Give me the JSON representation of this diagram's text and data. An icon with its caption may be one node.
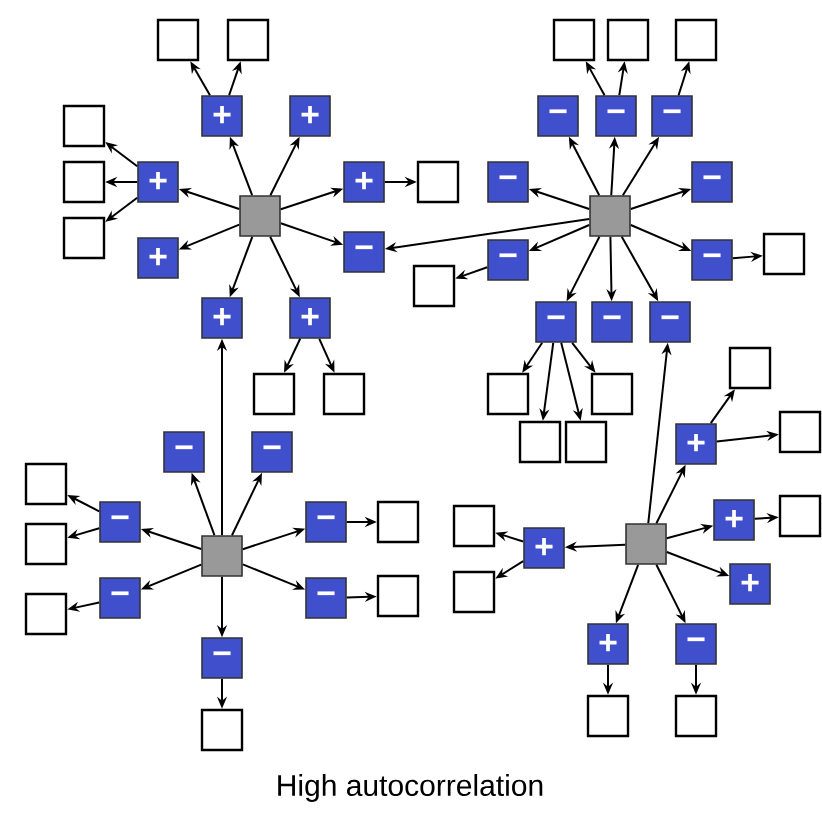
{
  "diagram": {
    "caption": "High autocorrelation",
    "nodes": [
      {
        "text": [],
        "shape": "box"
      },
      {
        "text": [],
        "shape": "box"
      },
      {
        "text": [],
        "shape": "box"
      },
      {
        "text": [],
        "shape": "box"
      },
      {
        "text": [
          "+"
        ]
      },
      {
        "text": [
          "+"
        ]
      },
      {
        "text": [
          "+"
        ]
      },
      {
        "text": [
          "+"
        ]
      },
      {
        "text": [
          "−"
        ]
      },
      {
        "text": [
          "+"
        ]
      },
      {
        "text": [
          "+"
        ]
      },
      {
        "text": [
          "+"
        ]
      },
      {
        "text": [
          "−"
        ]
      },
      {
        "text": [
          "−"
        ]
      },
      {
        "text": [
          "−"
        ]
      },
      {
        "text": [
          "−"
        ]
      },
      {
        "text": [
          "−"
        ]
      },
      {
        "text": [
          "−"
        ]
      },
      {
        "text": [
          "−"
        ]
      },
      {
        "text": [
          "−"
        ]
      },
      {
        "text": [
          "−"
        ]
      },
      {
        "text": [
          "−"
        ]
      },
      {
        "text": [
          "−"
        ]
      },
      {
        "text": [
          "−"
        ]
      },
      {
        "text": [
          "−"
        ]
      },
      {
        "text": [
          "−"
        ]
      },
      {
        "text": [
          "−"
        ]
      },
      {
        "text": [
          "−"
        ]
      },
      {
        "text": [
          "−"
        ]
      },
      {
        "text": [
          "+"
        ]
      },
      {
        "text": [
          "+"
        ]
      },
      {
        "text": [
          "+"
        ]
      },
      {
        "text": [
          "+"
        ]
      },
      {
        "text": [
          "+"
        ]
      },
      {
        "text": [
          "−"
        ]
      },
      {
        "text": [],
        "shape": "box"
      },
      {
        "text": [],
        "shape": "box"
      },
      {
        "text": [],
        "shape": "box"
      },
      {
        "text": [],
        "shape": "box"
      },
      {
        "text": [],
        "shape": "box"
      },
      {
        "text": [],
        "shape": "box"
      },
      {
        "text": [],
        "shape": "box"
      },
      {
        "text": [],
        "shape": "box"
      },
      {
        "text": [],
        "shape": "box"
      },
      {
        "text": [],
        "shape": "box"
      },
      {
        "text": [],
        "shape": "box"
      },
      {
        "text": [],
        "shape": "box"
      },
      {
        "text": [],
        "shape": "box"
      },
      {
        "text": [],
        "shape": "box"
      },
      {
        "text": [],
        "shape": "box"
      },
      {
        "text": [],
        "shape": "box"
      },
      {
        "text": [],
        "shape": "box"
      },
      {
        "text": [],
        "shape": "box"
      },
      {
        "text": [],
        "shape": "box"
      },
      {
        "text": [],
        "shape": "box"
      },
      {
        "text": [],
        "shape": "box"
      },
      {
        "text": [],
        "shape": "box"
      },
      {
        "text": [],
        "shape": "box"
      },
      {
        "text": [],
        "shape": "box"
      },
      {
        "text": [],
        "shape": "box"
      },
      {
        "text": [],
        "shape": "box"
      },
      {
        "text": [],
        "shape": "box"
      },
      {
        "text": [],
        "shape": "box"
      },
      {
        "text": [],
        "shape": "box"
      },
      {
        "text": [],
        "shape": "box"
      }
    ],
    "edges": [
      {
        "from": 0,
        "to": 4,
        "arrow": "to"
      },
      {
        "from": 0,
        "to": 5,
        "arrow": "to"
      },
      {
        "from": 0,
        "to": 6,
        "arrow": "to"
      },
      {
        "from": 0,
        "to": 7,
        "arrow": "to"
      },
      {
        "from": 0,
        "to": 8,
        "arrow": "to"
      },
      {
        "from": 0,
        "to": 9,
        "arrow": "to"
      },
      {
        "from": 0,
        "to": 10,
        "arrow": "to"
      },
      {
        "from": 0,
        "to": 11,
        "arrow": "to"
      },
      {
        "from": 1,
        "to": 12,
        "arrow": "to"
      },
      {
        "from": 1,
        "to": 13,
        "arrow": "to"
      },
      {
        "from": 1,
        "to": 14,
        "arrow": "to"
      },
      {
        "from": 1,
        "to": 15,
        "arrow": "to"
      },
      {
        "from": 1,
        "to": 16,
        "arrow": "to"
      },
      {
        "from": 1,
        "to": 17,
        "arrow": "to"
      },
      {
        "from": 1,
        "to": 18,
        "arrow": "to"
      },
      {
        "from": 1,
        "to": 19,
        "arrow": "to"
      },
      {
        "from": 1,
        "to": 20,
        "arrow": "to"
      },
      {
        "from": 1,
        "to": 21,
        "arrow": "to"
      },
      {
        "from": 2,
        "to": 22,
        "arrow": "to"
      },
      {
        "from": 2,
        "to": 23,
        "arrow": "to"
      },
      {
        "from": 2,
        "to": 24,
        "arrow": "to"
      },
      {
        "from": 2,
        "to": 25,
        "arrow": "to"
      },
      {
        "from": 2,
        "to": 26,
        "arrow": "to"
      },
      {
        "from": 2,
        "to": 27,
        "arrow": "to"
      },
      {
        "from": 2,
        "to": 28,
        "arrow": "to"
      },
      {
        "from": 3,
        "to": 29,
        "arrow": "to"
      },
      {
        "from": 3,
        "to": 30,
        "arrow": "to"
      },
      {
        "from": 3,
        "to": 31,
        "arrow": "to"
      },
      {
        "from": 3,
        "to": 32,
        "arrow": "to"
      },
      {
        "from": 3,
        "to": 33,
        "arrow": "to"
      },
      {
        "from": 3,
        "to": 34,
        "arrow": "to"
      },
      {
        "from": 1,
        "to": 8,
        "arrow": "to"
      },
      {
        "from": 2,
        "to": 10,
        "arrow": "to"
      },
      {
        "from": 3,
        "to": 21,
        "arrow": "to"
      },
      {
        "from": 4,
        "to": 35,
        "arrow": "to"
      },
      {
        "from": 4,
        "to": 36,
        "arrow": "to"
      },
      {
        "from": 6,
        "to": 37,
        "arrow": "to"
      },
      {
        "from": 6,
        "to": 38,
        "arrow": "to"
      },
      {
        "from": 6,
        "to": 39,
        "arrow": "to"
      },
      {
        "from": 7,
        "to": 40,
        "arrow": "to"
      },
      {
        "from": 11,
        "to": 41,
        "arrow": "to"
      },
      {
        "from": 11,
        "to": 42,
        "arrow": "to"
      },
      {
        "from": 13,
        "to": 43,
        "arrow": "to"
      },
      {
        "from": 13,
        "to": 44,
        "arrow": "to"
      },
      {
        "from": 14,
        "to": 45,
        "arrow": "to"
      },
      {
        "from": 17,
        "to": 46,
        "arrow": "to"
      },
      {
        "from": 18,
        "to": 47,
        "arrow": "to"
      },
      {
        "from": 19,
        "to": 48,
        "arrow": "to"
      },
      {
        "from": 19,
        "to": 49,
        "arrow": "to"
      },
      {
        "from": 19,
        "to": 50,
        "arrow": "to"
      },
      {
        "from": 19,
        "to": 51,
        "arrow": "to"
      },
      {
        "from": 24,
        "to": 52,
        "arrow": "to"
      },
      {
        "from": 24,
        "to": 53,
        "arrow": "to"
      },
      {
        "from": 26,
        "to": 54,
        "arrow": "to"
      },
      {
        "from": 25,
        "to": 55,
        "arrow": "to"
      },
      {
        "from": 27,
        "to": 56,
        "arrow": "to"
      },
      {
        "from": 28,
        "to": 57,
        "arrow": "to"
      },
      {
        "from": 29,
        "to": 58,
        "arrow": "to"
      },
      {
        "from": 29,
        "to": 59,
        "arrow": "to"
      },
      {
        "from": 30,
        "to": 60,
        "arrow": "to"
      },
      {
        "from": 32,
        "to": 61,
        "arrow": "to"
      },
      {
        "from": 32,
        "to": 62,
        "arrow": "to"
      },
      {
        "from": 33,
        "to": 63,
        "arrow": "to"
      },
      {
        "from": 34,
        "to": 64,
        "arrow": "to"
      }
    ]
  }
}
